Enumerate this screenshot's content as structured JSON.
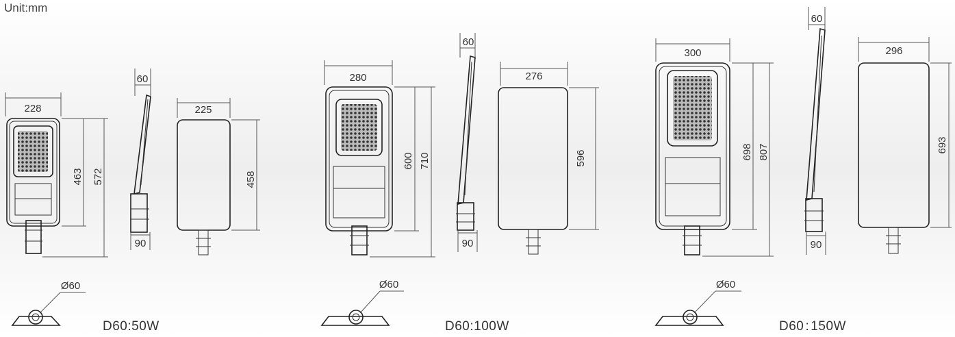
{
  "unit_label": "Unit:mm",
  "models": [
    {
      "label": "D60:50W",
      "front_width": "228",
      "height_inner": "463",
      "height_outer": "572",
      "side_depth": "60",
      "side_base": "90",
      "back_width": "225",
      "back_height": "458",
      "pole_diameter": "Ø60"
    },
    {
      "label": "D60:100W",
      "front_width": "280",
      "height_inner": "600",
      "height_outer": "710",
      "side_depth": "60",
      "side_base": "90",
      "back_width": "276",
      "back_height": "596",
      "pole_diameter": "Ø60"
    },
    {
      "label": "D60 : 150W",
      "front_width": "300",
      "height_inner": "698",
      "height_outer": "807",
      "side_depth": "60",
      "side_base": "90",
      "back_width": "296",
      "back_height": "693",
      "pole_diameter": "Ø60"
    }
  ],
  "colors": {
    "line": "#222222",
    "dimension": "#555555",
    "text": "#333333"
  }
}
